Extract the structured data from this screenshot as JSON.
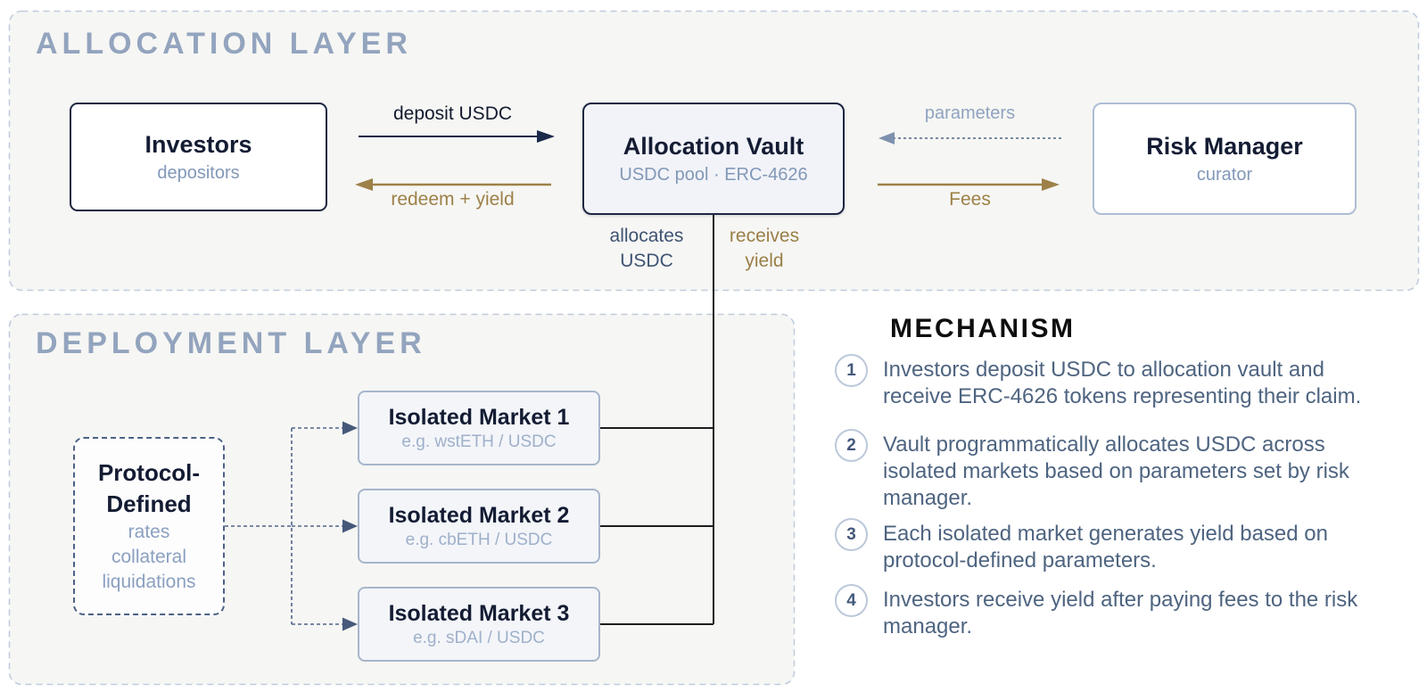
{
  "colors": {
    "navy_text": "#131c33",
    "dark_box_border": "#1d2742",
    "slate_subtitle": "#8298b8",
    "gold": "#9d8148",
    "layer_title_gray_blue": "#93a4be",
    "dashed_connector_slate": "#51658a",
    "container_bg": "#f6f6f4",
    "container_border": "#bfcbdc",
    "market_bg": "#f3f5f9",
    "market_border": "#a7b5cc",
    "vault_bg": "#f1f3f8",
    "mechanism_text": "#4e6480",
    "mechanism_title": "#0e0e0e",
    "solid_connector_black": "#1d1d1d"
  },
  "allocation_layer": {
    "title": "ALLOCATION LAYER",
    "investors": {
      "title": "Investors",
      "subtitle": "depositors"
    },
    "vault": {
      "title": "Allocation Vault",
      "subtitle": "USDC pool · ERC-4626"
    },
    "risk_manager": {
      "title": "Risk Manager",
      "subtitle": "curator"
    },
    "flows": {
      "deposit": "deposit USDC",
      "redeem": "redeem + yield",
      "parameters": "parameters",
      "fees": "Fees"
    },
    "vault_flows": {
      "allocates": {
        "line1": "allocates",
        "line2": "USDC"
      },
      "receives": {
        "line1": "receives",
        "line2": "yield"
      }
    }
  },
  "deployment_layer": {
    "title": "DEPLOYMENT LAYER",
    "protocol": {
      "title_line1": "Protocol-",
      "title_line2": "Defined",
      "params": [
        "rates",
        "collateral",
        "liquidations"
      ]
    },
    "markets": [
      {
        "title": "Isolated Market 1",
        "subtitle": "e.g. wstETH / USDC"
      },
      {
        "title": "Isolated Market 2",
        "subtitle": "e.g. cbETH / USDC"
      },
      {
        "title": "Isolated Market 3",
        "subtitle": "e.g. sDAI / USDC"
      }
    ]
  },
  "mechanism": {
    "title": "MECHANISM",
    "steps": [
      {
        "num": "1",
        "lines": [
          "Investors deposit USDC to allocation vault and",
          "receive ERC-4626 tokens representing their claim."
        ]
      },
      {
        "num": "2",
        "lines": [
          "Vault programmatically allocates USDC across",
          "isolated markets based on parameters set by risk",
          "manager."
        ]
      },
      {
        "num": "3",
        "lines": [
          "Each isolated market generates yield based on",
          "protocol-defined parameters."
        ]
      },
      {
        "num": "4",
        "lines": [
          "Investors receive yield after paying fees to the risk",
          "manager."
        ]
      }
    ]
  }
}
